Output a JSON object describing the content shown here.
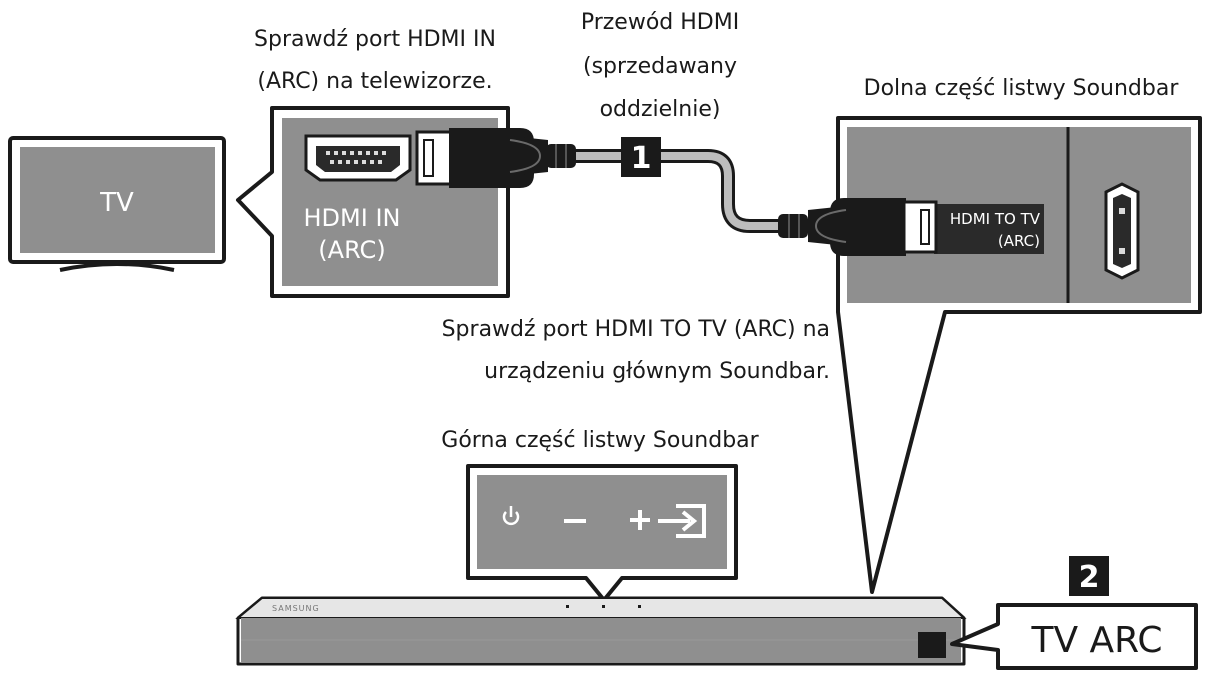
{
  "labels": {
    "check_tv_port_line1": "Sprawdź port HDMI IN",
    "check_tv_port_line2": "(ARC) na telewizorze.",
    "cable_line1": "Przewód HDMI",
    "cable_line2": "(sprzedawany",
    "cable_line3": "oddzielnie)",
    "soundbar_bottom": "Dolna część listwy Soundbar",
    "check_soundbar_port_line1": "Sprawdź port HDMI TO TV (ARC) na",
    "check_soundbar_port_line2": "urządzeniu głównym Soundbar.",
    "soundbar_top": "Górna część listwy Soundbar"
  },
  "tv": {
    "label": "TV"
  },
  "tv_port": {
    "line1": "HDMI IN",
    "line2": "(ARC)"
  },
  "soundbar_port": {
    "line1": "HDMI TO TV",
    "line2": "(ARC)"
  },
  "soundbar": {
    "brand": "SAMSUNG"
  },
  "steps": {
    "step1": "1",
    "step2": "2"
  },
  "display": {
    "text": "TV ARC"
  },
  "icons": [
    "power-icon",
    "minus-icon",
    "plus-icon",
    "source-input-icon"
  ],
  "colors": {
    "panel": "#8f8f8f",
    "cable": "#bdbdbd",
    "dark": "#1a1a1a"
  }
}
